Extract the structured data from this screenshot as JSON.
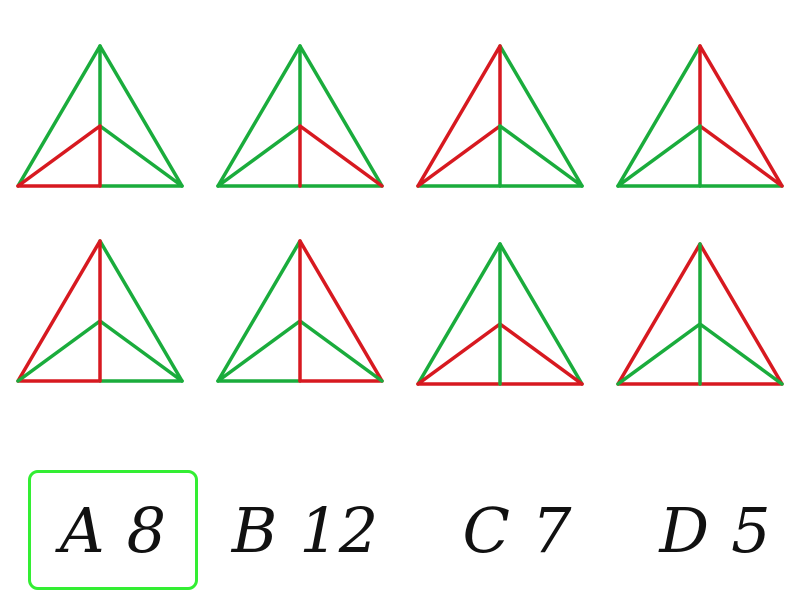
{
  "colors": {
    "green": "#1aac3c",
    "red": "#d71920",
    "selected_border": "#33ee33"
  },
  "figures": [
    {
      "outer_left": "green",
      "outer_right": "green",
      "base_left": "red",
      "base_right": "green",
      "spoke_top": "green",
      "spoke_left": "red",
      "spoke_right": "green",
      "spoke_bottom": "red"
    },
    {
      "outer_left": "green",
      "outer_right": "green",
      "base_left": "green",
      "base_right": "green",
      "spoke_top": "green",
      "spoke_left": "green",
      "spoke_right": "red",
      "spoke_bottom": "red"
    },
    {
      "outer_left": "red",
      "outer_right": "green",
      "base_left": "green",
      "base_right": "green",
      "spoke_top": "red",
      "spoke_left": "red",
      "spoke_right": "green",
      "spoke_bottom": "green"
    },
    {
      "outer_left": "green",
      "outer_right": "red",
      "base_left": "green",
      "base_right": "green",
      "spoke_top": "red",
      "spoke_left": "green",
      "spoke_right": "red",
      "spoke_bottom": "green"
    },
    {
      "outer_left": "red",
      "outer_right": "green",
      "base_left": "red",
      "base_right": "green",
      "spoke_top": "red",
      "spoke_left": "green",
      "spoke_right": "green",
      "spoke_bottom": "red"
    },
    {
      "outer_left": "green",
      "outer_right": "red",
      "base_left": "green",
      "base_right": "red",
      "spoke_top": "red",
      "spoke_left": "green",
      "spoke_right": "green",
      "spoke_bottom": "red"
    },
    {
      "outer_left": "green",
      "outer_right": "green",
      "base_left": "red",
      "base_right": "red",
      "spoke_top": "green",
      "spoke_left": "red",
      "spoke_right": "red",
      "spoke_bottom": "green"
    },
    {
      "outer_left": "red",
      "outer_right": "red",
      "base_left": "red",
      "base_right": "red",
      "spoke_top": "green",
      "spoke_left": "green",
      "spoke_right": "green",
      "spoke_bottom": "green"
    }
  ],
  "options": [
    {
      "letter": "A",
      "value": "8",
      "selected": true
    },
    {
      "letter": "B",
      "value": "12",
      "selected": false
    },
    {
      "letter": "C",
      "value": "7",
      "selected": false
    },
    {
      "letter": "D",
      "value": "5",
      "selected": false
    }
  ]
}
